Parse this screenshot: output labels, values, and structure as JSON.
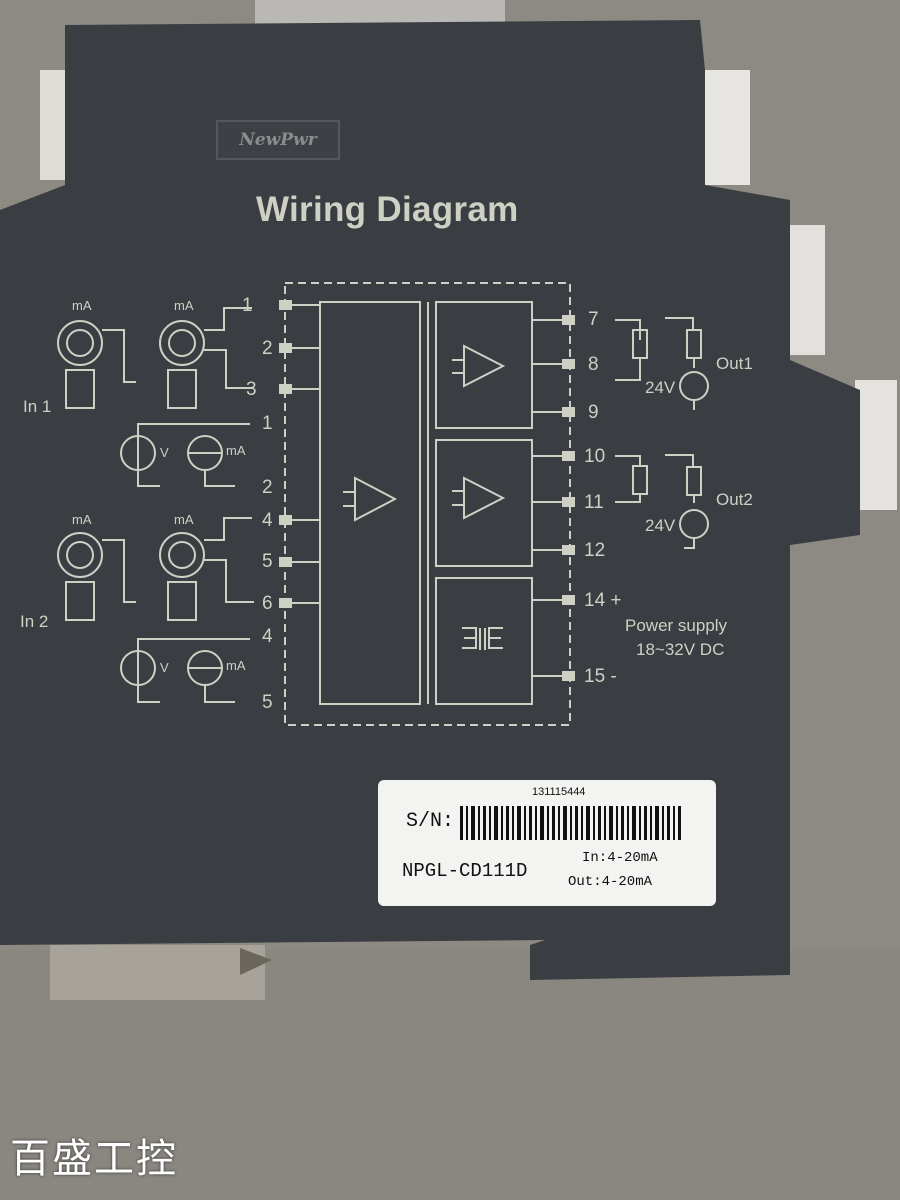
{
  "device": {
    "brand": "NewPwr",
    "title": "Wiring Diagram",
    "inputs": {
      "in1_label": "In 1",
      "in2_label": "In 2",
      "ma_label": "mA",
      "v_label": "V",
      "plus": "+",
      "minus": "-"
    },
    "terminals_left": [
      "1",
      "2",
      "3",
      "1",
      "2",
      "4",
      "5",
      "6",
      "4",
      "5"
    ],
    "terminals_right": [
      "7",
      "8",
      "9",
      "10",
      "11",
      "12",
      "14 +",
      "15 -"
    ],
    "outputs": {
      "out1": "Out1",
      "out2": "Out2",
      "supply_voltage": "24V"
    },
    "power": {
      "line1": "Power supply",
      "line2": "18~32V DC"
    },
    "label": {
      "serial_number": "131115444",
      "sn_prefix": "S/N:",
      "model": "NPGL-CD111D",
      "in_spec": "In:4-20mA",
      "out_spec": "Out:4-20mA"
    }
  },
  "watermark": "百盛工控",
  "colors": {
    "panel": "#3a3d41",
    "print": "#cfd0c4",
    "label_bg": "#f3f3f1",
    "background": "#8d8a84"
  }
}
